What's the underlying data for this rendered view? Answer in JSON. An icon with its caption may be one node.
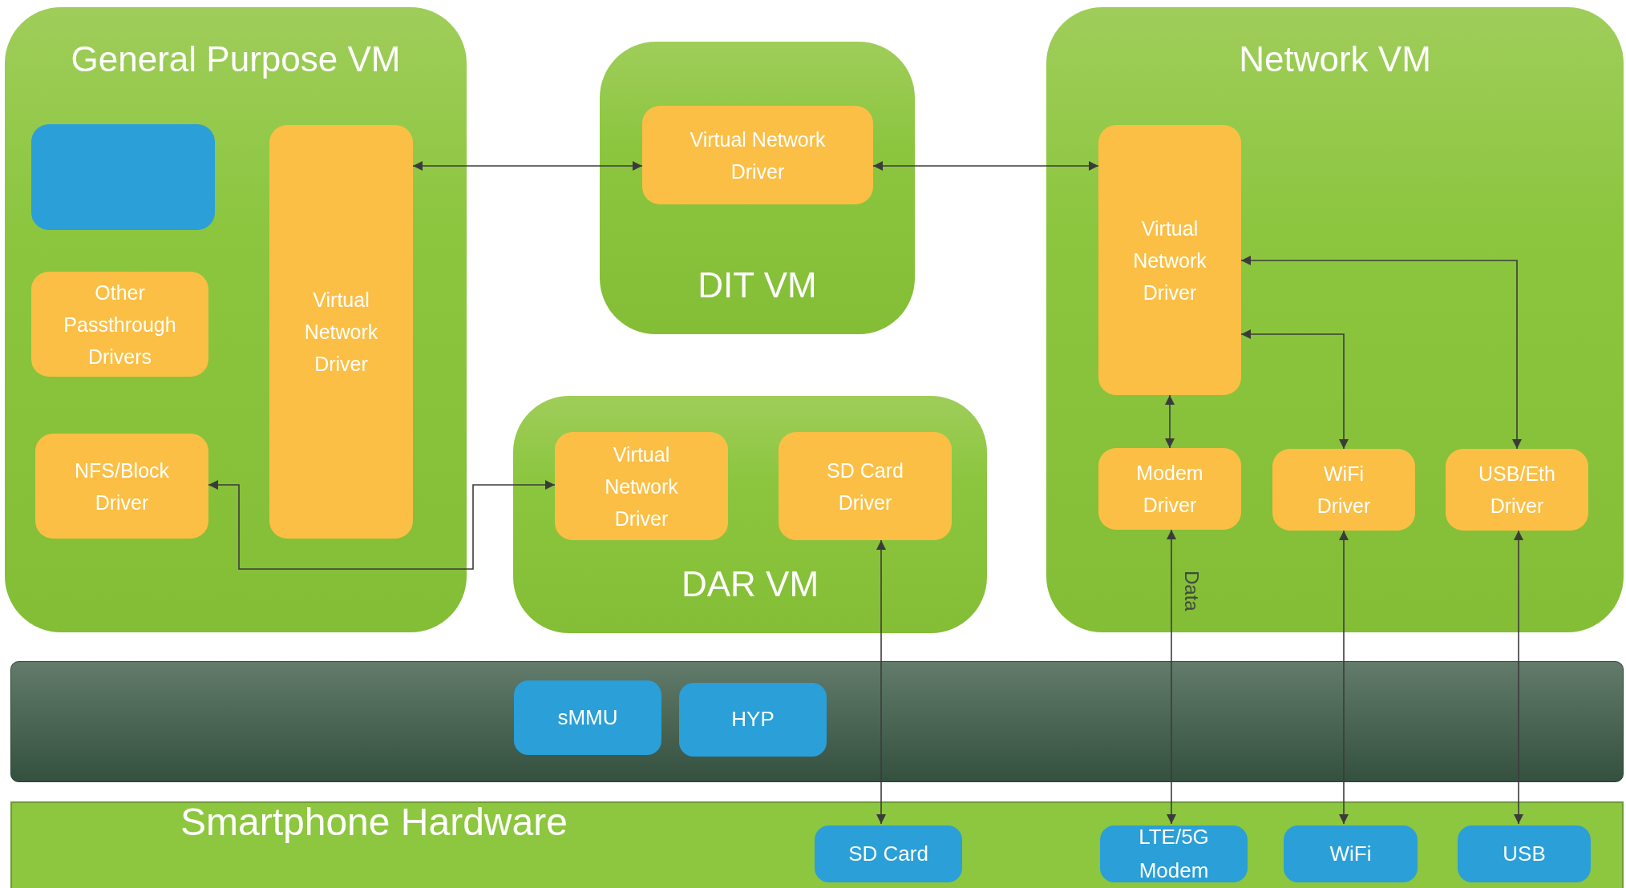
{
  "diagram": {
    "nodes": [
      {
        "text": [
          "General Purpose VM"
        ]
      },
      {
        "text": [],
        "shape": "box",
        "in": 0
      },
      {
        "text": [
          "Virtual Network Driver"
        ],
        "in": 0
      },
      {
        "text": [
          "Other Passthrough Drivers"
        ],
        "in": 0
      },
      {
        "text": [
          "NFS/Block Driver"
        ],
        "in": 0
      },
      {
        "text": [
          "DIT VM"
        ]
      },
      {
        "text": [
          "Virtual Network Driver"
        ],
        "in": 5
      },
      {
        "text": [
          "DAR VM"
        ]
      },
      {
        "text": [
          "Virtual Network Driver"
        ],
        "in": 7
      },
      {
        "text": [
          "SD Card Driver"
        ],
        "in": 7
      },
      {
        "text": [
          "Network VM"
        ]
      },
      {
        "text": [
          "Virtual Network Driver"
        ],
        "in": 10
      },
      {
        "text": [
          "Modem Driver"
        ],
        "in": 10
      },
      {
        "text": [
          "WiFi Driver"
        ],
        "in": 10
      },
      {
        "text": [
          "USB/Eth Driver"
        ],
        "in": 10
      },
      {
        "text": [],
        "shape": "bar"
      },
      {
        "text": [
          "sMMU"
        ],
        "in": 15
      },
      {
        "text": [
          "HYP"
        ],
        "in": 15
      },
      {
        "text": [
          "Smartphone Hardware"
        ]
      },
      {
        "text": [
          "SD Card"
        ],
        "in": 18
      },
      {
        "text": [
          "LTE/5G Modem"
        ],
        "in": 18
      },
      {
        "text": [
          "WiFi"
        ],
        "in": 18
      },
      {
        "text": [
          "USB"
        ],
        "in": 18
      }
    ],
    "edges": [
      {
        "from": 2,
        "to": 6,
        "arrow": "both"
      },
      {
        "from": 6,
        "to": 11,
        "arrow": "both"
      },
      {
        "from": 4,
        "to": 8,
        "arrow": "both"
      },
      {
        "from": 11,
        "to": 12,
        "arrow": "both"
      },
      {
        "from": 11,
        "to": 13,
        "arrow": "both"
      },
      {
        "from": 11,
        "to": 14,
        "arrow": "both"
      },
      {
        "from": 9,
        "to": 19,
        "arrow": "both"
      },
      {
        "from": 12,
        "to": 20,
        "arrow": "both",
        "label": "Data"
      },
      {
        "from": 13,
        "to": 21,
        "arrow": "both"
      },
      {
        "from": 14,
        "to": 22,
        "arrow": "both"
      }
    ]
  }
}
